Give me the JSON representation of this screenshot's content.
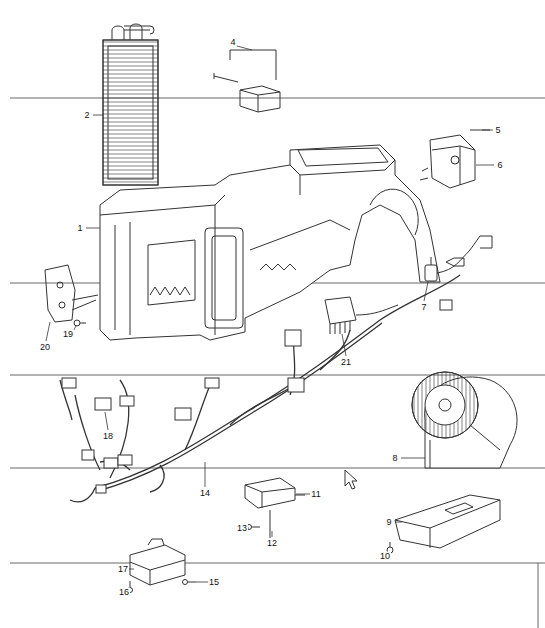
{
  "diagram": {
    "labels": [
      "4",
      "2",
      "5",
      "6",
      "1",
      "7",
      "19",
      "20",
      "21",
      "18",
      "8",
      "14",
      "11",
      "9",
      "13",
      "12",
      "10",
      "17",
      "15",
      "16"
    ]
  }
}
